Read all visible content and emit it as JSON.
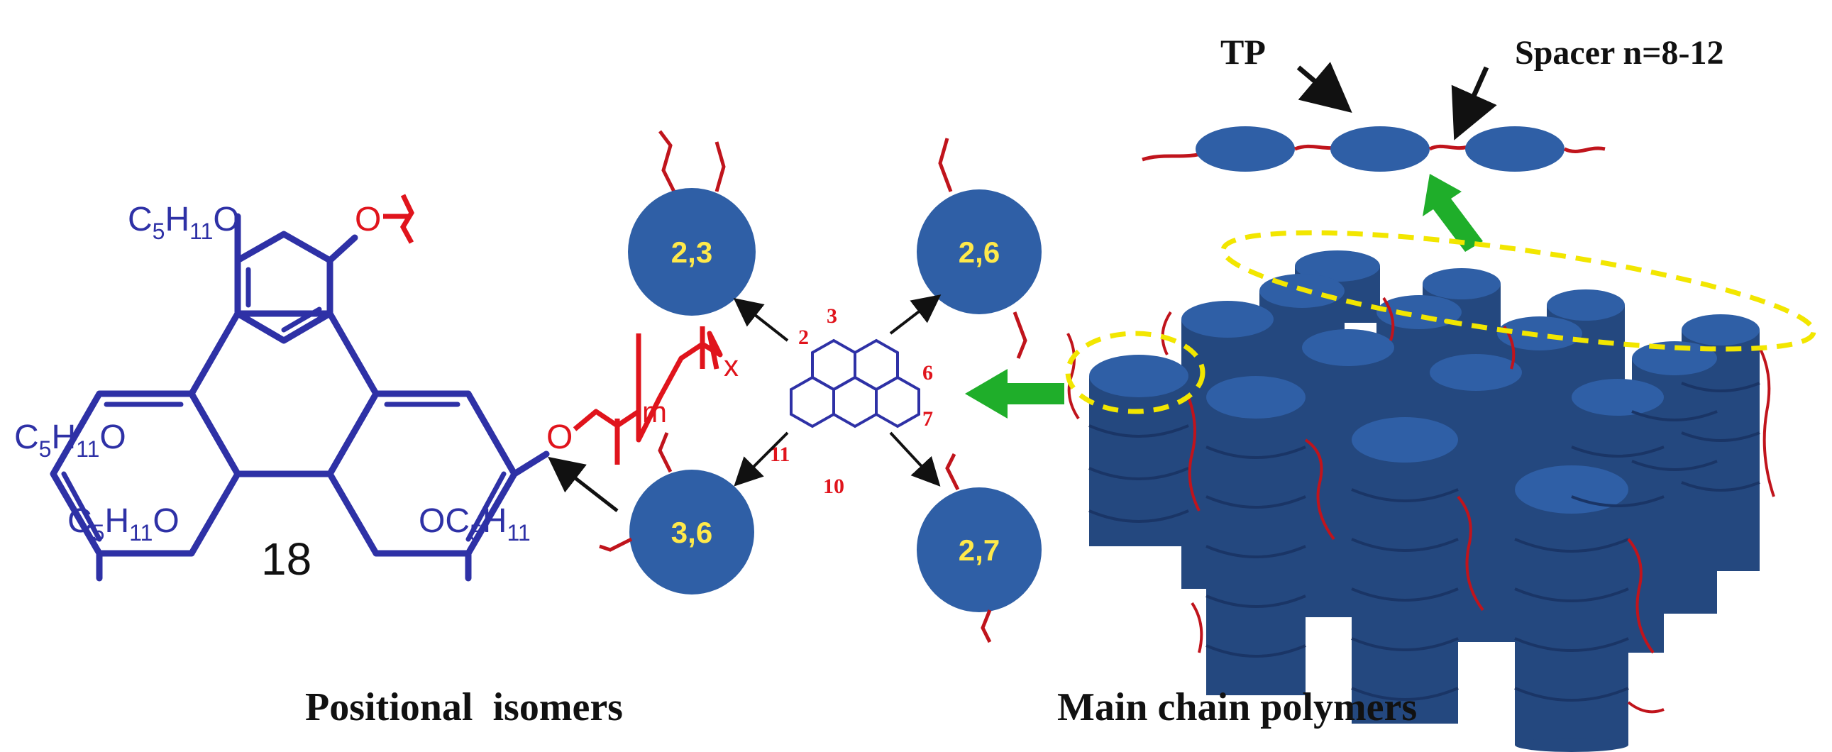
{
  "colors": {
    "chem_blue": "#2e31a6",
    "chem_red": "#e0141c",
    "disc_blue": "#2f5fa6",
    "disc_label": "#ffe94a",
    "spacer_red": "#c0141c",
    "highlight_yellow": "#f2e600",
    "arrow_green": "#1fae2a",
    "text_black": "#111111"
  },
  "molecule": {
    "substituents": {
      "top_left": "C5H11O",
      "mid_left": "C5H11O",
      "bottom_left": "C5H11O",
      "bottom_right": "OC5H11"
    },
    "top_right_oxygen": "O",
    "linker_oxygen": "O",
    "linker_subscript_m": "m",
    "linker_subscript_x": "x",
    "compound_number": "18"
  },
  "isomers": {
    "discs": [
      {
        "label": "2,3"
      },
      {
        "label": "2,6"
      },
      {
        "label": "3,6"
      },
      {
        "label": "2,7"
      }
    ],
    "core_numbers": [
      "2",
      "3",
      "6",
      "7",
      "11",
      "10"
    ],
    "caption": "Positional  isomers"
  },
  "polymer": {
    "top_labels": {
      "tp": "TP",
      "spacer": "Spacer n=8-12"
    },
    "caption": "Main chain polymers"
  }
}
